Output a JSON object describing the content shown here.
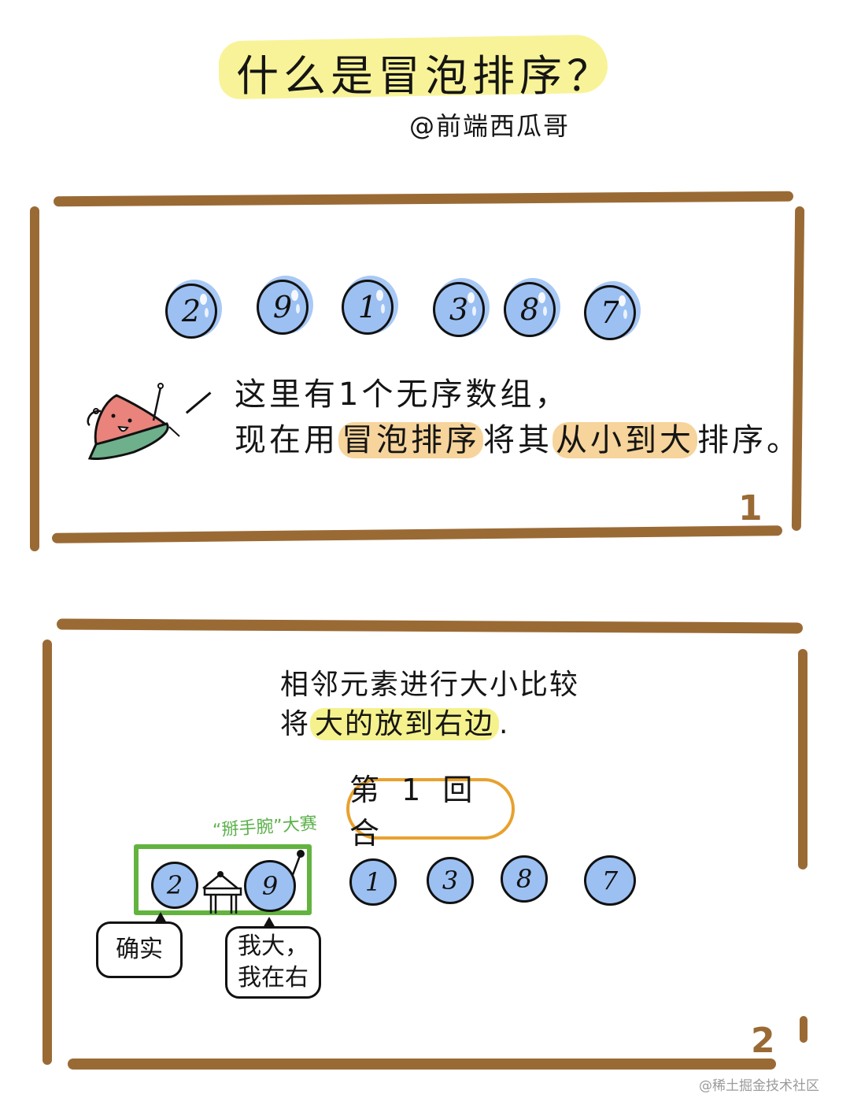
{
  "header": {
    "title": "什么是冒泡排序？",
    "author": "@前端西瓜哥",
    "highlight_color": "#f7f28f"
  },
  "panel1": {
    "number": "1",
    "array": [
      "2",
      "9",
      "1",
      "3",
      "8",
      "7"
    ],
    "mascot": "watermelon-mascot",
    "line1": "这里有1个无序数组，",
    "line2_prefix": "现在用",
    "line2_hl1": "冒泡排序",
    "line2_mid": "将其",
    "line2_hl2": "从小到大",
    "line2_suffix": "排序。",
    "highlight_color": "#f6d49b"
  },
  "panel2": {
    "number": "2",
    "line1": "相邻元素进行大小比较",
    "line2_prefix": "将",
    "line2_hl": "大的放到右边",
    "line2_suffix": ".",
    "round_label": "第 1 回合",
    "arm_wrestling_label": "“掰手腕”大赛",
    "array": [
      "2",
      "9",
      "1",
      "3",
      "8",
      "7"
    ],
    "speech_left": "确实",
    "speech_right_line1": "我大，",
    "speech_right_line2": "我在右",
    "pill_color": "#e8a12e",
    "compare_box_color": "#63b33f"
  },
  "colors": {
    "frame": "#9a6a35",
    "bubble_fill": "#9cc0f2"
  },
  "watermark": "@稀土掘金技术社区"
}
